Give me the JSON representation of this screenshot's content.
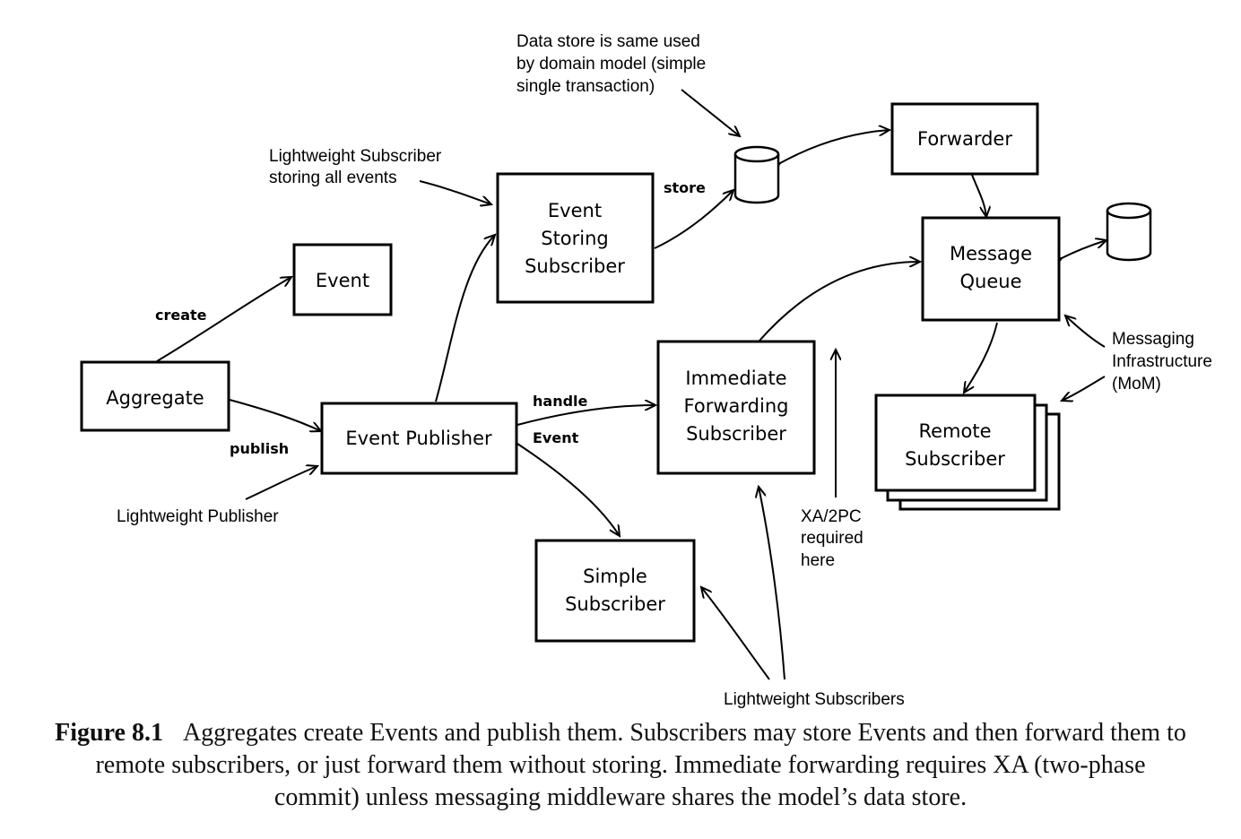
{
  "nodes": {
    "aggregate": "Aggregate",
    "event": "Event",
    "event_publisher": "Event Publisher",
    "event_storing_subscriber": [
      "Event",
      "Storing",
      "Subscriber"
    ],
    "immediate_forwarding_subscriber": [
      "Immediate",
      "Forwarding",
      "Subscriber"
    ],
    "simple_subscriber": [
      "Simple",
      "Subscriber"
    ],
    "forwarder": "Forwarder",
    "message_queue": [
      "Message",
      "Queue"
    ],
    "remote_subscriber": [
      "Remote",
      "Subscriber"
    ]
  },
  "edges": {
    "create": "create",
    "publish": "publish",
    "store": "store",
    "handle": "handle",
    "event": "Event"
  },
  "notes": {
    "data_store": [
      "Data store is same used",
      "by domain model (simple",
      "single transaction)"
    ],
    "lightweight_subscriber": [
      "Lightweight Subscriber",
      "storing all events"
    ],
    "lightweight_publisher": "Lightweight Publisher",
    "lightweight_subscribers": "Lightweight Subscribers",
    "xa_2pc": [
      "XA/2PC",
      "required",
      "here"
    ],
    "messaging_infrastructure": [
      "Messaging",
      "Infrastructure",
      "(MoM)"
    ]
  },
  "caption": {
    "label": "Figure 8.1",
    "text": "Aggregates create Events and publish them. Subscribers may store Events and then forward them to remote subscribers, or just forward them without storing. Immediate forwarding requires XA (two-phase commit) unless messaging middleware shares the model’s data store."
  }
}
